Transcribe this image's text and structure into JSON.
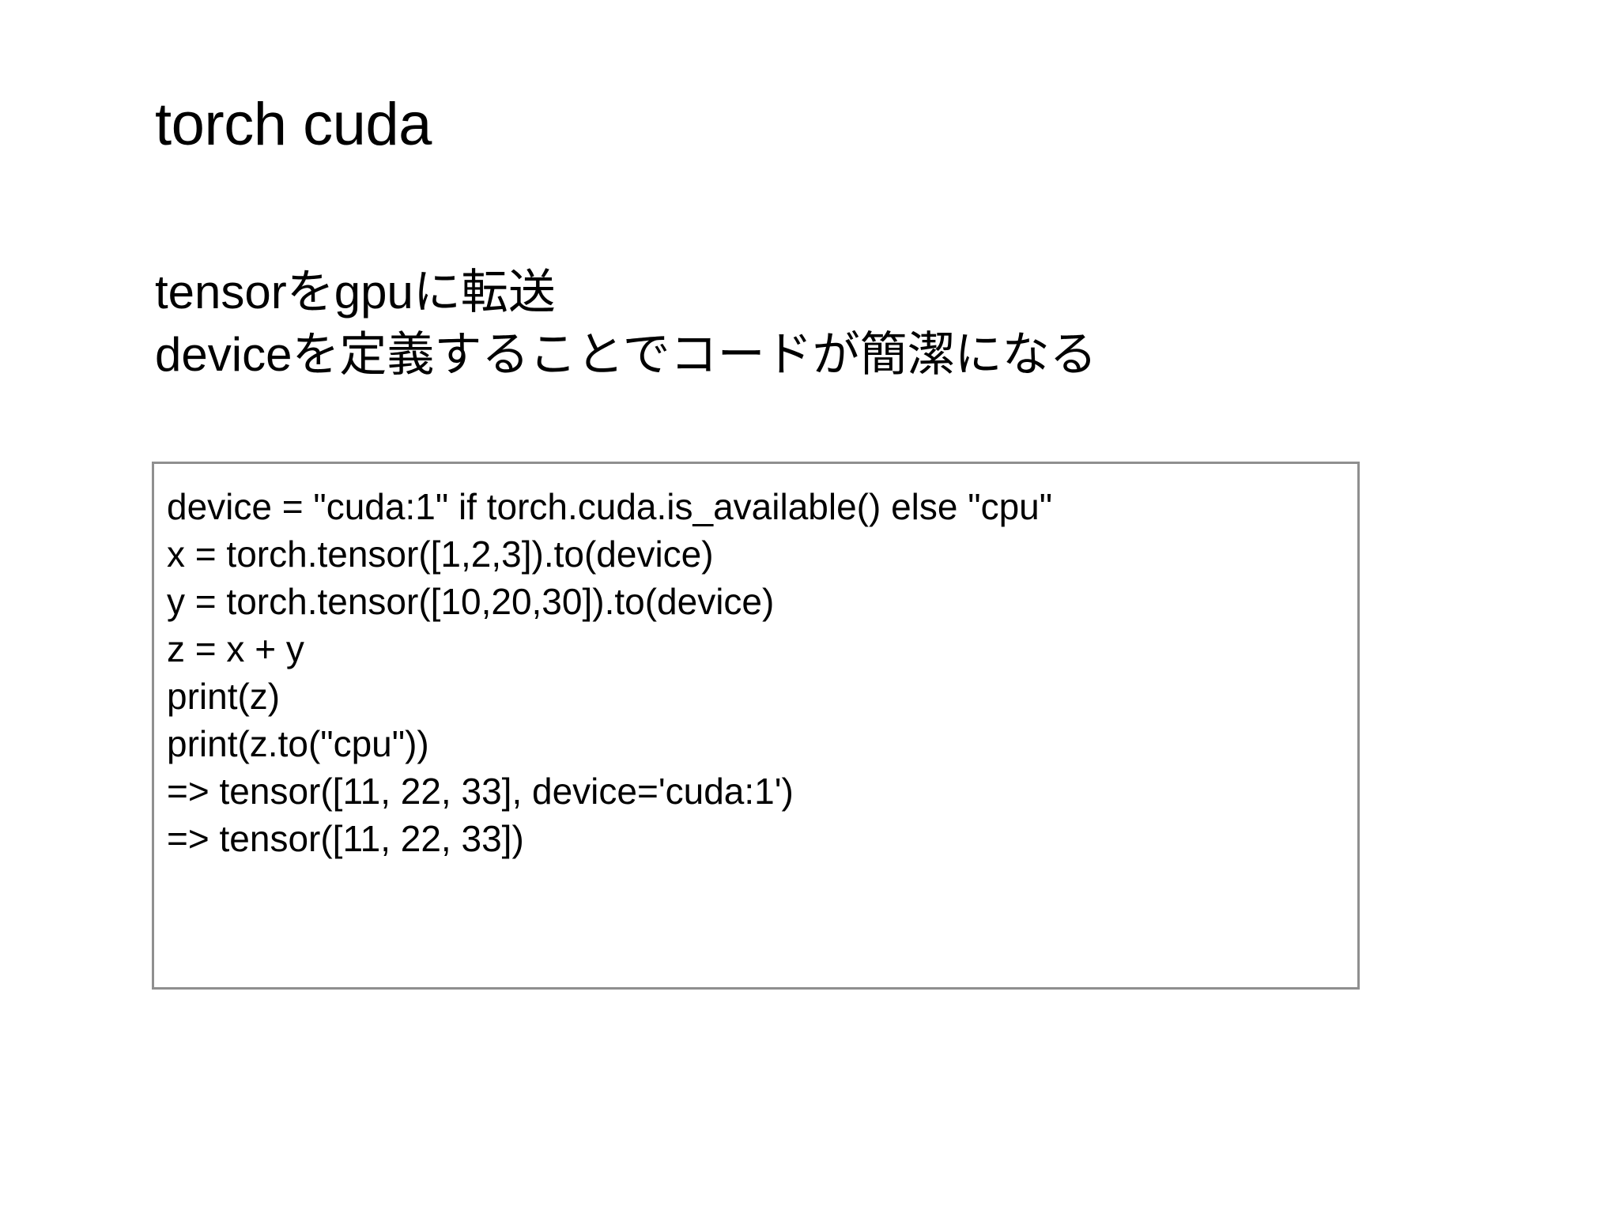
{
  "slide": {
    "background_color": "#ffffff",
    "text_color": "#000000",
    "title": "torch cuda",
    "body_lines": [
      "tensorをgpuに転送",
      "deviceを定義することでコードが簡潔になる"
    ],
    "code_box": {
      "border_color": "#8f8f8f",
      "lines": [
        "device = \"cuda:1\" if torch.cuda.is_available() else \"cpu\"",
        "x = torch.tensor([1,2,3]).to(device)",
        "y = torch.tensor([10,20,30]).to(device)",
        "z = x + y",
        "print(z)",
        "print(z.to(\"cpu\"))",
        "=> tensor([11, 22, 33], device='cuda:1')",
        "=> tensor([11, 22, 33])"
      ]
    }
  }
}
